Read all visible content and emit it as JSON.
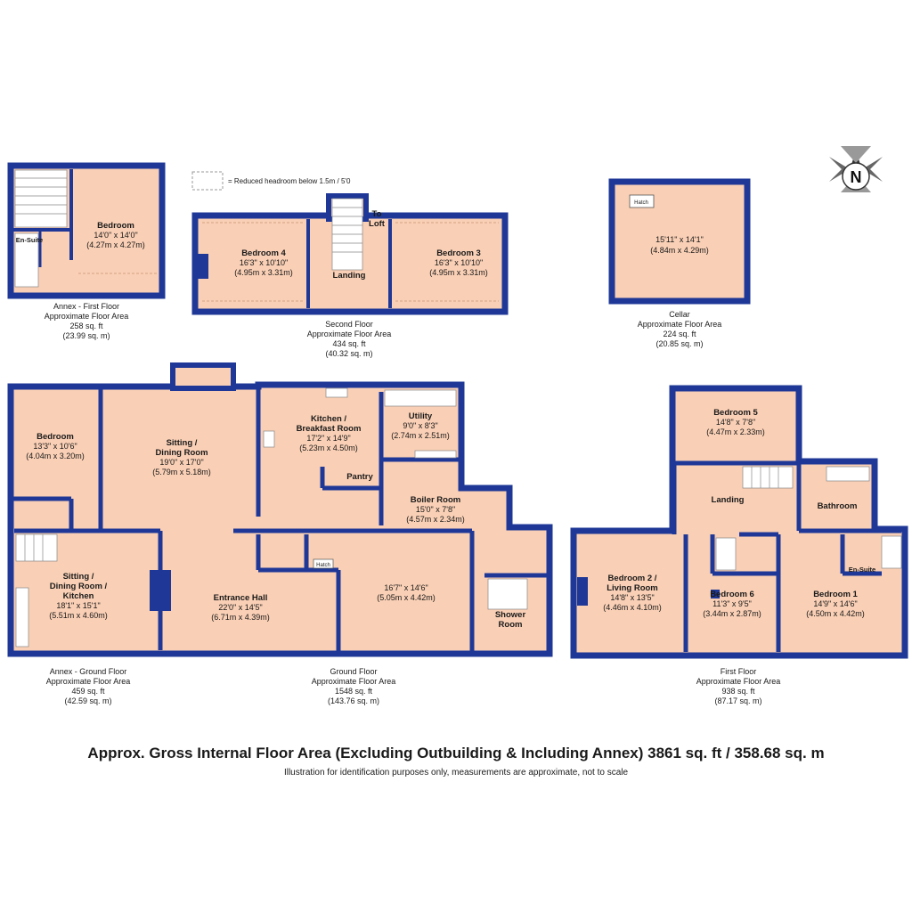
{
  "colors": {
    "wall": "#1f3897",
    "room": "#f9cfb5",
    "dash": "#e7b89b"
  },
  "legend": {
    "text": "= Reduced headroom below 1.5m / 5'0"
  },
  "compass": {
    "label": "N"
  },
  "annex_first": {
    "bedroom": {
      "name": "Bedroom",
      "imperial": "14'0\" x 14'0\"",
      "metric": "(4.27m x 4.27m)"
    },
    "ensuite": "En-Suite",
    "caption": [
      "Annex - First Floor",
      "Approximate Floor Area",
      "258 sq. ft",
      "(23.99 sq. m)"
    ]
  },
  "second_floor": {
    "bedroom4": {
      "name": "Bedroom 4",
      "imperial": "16'3\" x 10'10\"",
      "metric": "(4.95m x 3.31m)"
    },
    "bedroom3": {
      "name": "Bedroom 3",
      "imperial": "16'3\" x 10'10\"",
      "metric": "(4.95m x 3.31m)"
    },
    "landing": "Landing",
    "to_loft": [
      "To",
      "Loft"
    ],
    "caption": [
      "Second Floor",
      "Approximate Floor Area",
      "434 sq. ft",
      "(40.32 sq. m)"
    ]
  },
  "cellar": {
    "hatch": "Hatch",
    "imperial": "15'11\" x 14'1\"",
    "metric": "(4.84m x 4.29m)",
    "caption": [
      "Cellar",
      "Approximate Floor Area",
      "224 sq. ft",
      "(20.85 sq. m)"
    ]
  },
  "ground_floor": {
    "bedroom": {
      "name": "Bedroom",
      "imperial": "13'3\" x 10'6\"",
      "metric": "(4.04m x 3.20m)"
    },
    "sitting_dining": {
      "name1": "Sitting /",
      "name2": "Dining Room",
      "imperial": "19'0\" x 17'0\"",
      "metric": "(5.79m x 5.18m)"
    },
    "kitchen": {
      "name1": "Kitchen /",
      "name2": "Breakfast Room",
      "imperial": "17'2\" x 14'9\"",
      "metric": "(5.23m x 4.50m)"
    },
    "utility": {
      "name": "Utility",
      "imperial": "9'0\" x 8'3\"",
      "metric": "(2.74m x 2.51m)"
    },
    "pantry": "Pantry",
    "boiler": {
      "name": "Boiler Room",
      "imperial": "15'0\" x 7'8\"",
      "metric": "(4.57m x 2.34m)"
    },
    "annex_kitchen": {
      "name1": "Sitting /",
      "name2": "Dining Room /",
      "name3": "Kitchen",
      "imperial": "18'1\" x 15'1\"",
      "metric": "(5.51m x 4.60m)"
    },
    "entrance": {
      "name": "Entrance Hall",
      "imperial": "22'0\" x 14'5\"",
      "metric": "(6.71m x 4.39m)"
    },
    "hatch": "Hatch",
    "room": {
      "imperial": "16'7\" x 14'6\"",
      "metric": "(5.05m x 4.42m)"
    },
    "shower": {
      "name1": "Shower",
      "name2": "Room"
    },
    "annex_caption": [
      "Annex - Ground Floor",
      "Approximate Floor Area",
      "459 sq. ft",
      "(42.59 sq. m)"
    ],
    "caption": [
      "Ground Floor",
      "Approximate Floor Area",
      "1548 sq. ft",
      "(143.76 sq. m)"
    ]
  },
  "first_floor": {
    "bedroom5": {
      "name": "Bedroom 5",
      "imperial": "14'8\" x 7'8\"",
      "metric": "(4.47m x 2.33m)"
    },
    "landing": "Landing",
    "bathroom": "Bathroom",
    "ensuite": "En-Suite",
    "bedroom2": {
      "name1": "Bedroom 2 /",
      "name2": "Living Room",
      "imperial": "14'8\" x 13'5\"",
      "metric": "(4.46m x 4.10m)"
    },
    "bedroom6": {
      "name": "Bedroom 6",
      "imperial": "11'3\" x 9'5\"",
      "metric": "(3.44m x 2.87m)"
    },
    "bedroom1": {
      "name": "Bedroom 1",
      "imperial": "14'9\" x 14'6\"",
      "metric": "(4.50m x 4.42m)"
    },
    "caption": [
      "First Floor",
      "Approximate Floor Area",
      "938 sq. ft",
      "(87.17 sq. m)"
    ]
  },
  "footer": {
    "total": "Approx. Gross Internal Floor Area (Excluding Outbuilding & Including Annex) 3861 sq. ft / 358.68 sq. m",
    "disclaimer": "Illustration for identification purposes only, measurements are approximate, not to scale"
  }
}
